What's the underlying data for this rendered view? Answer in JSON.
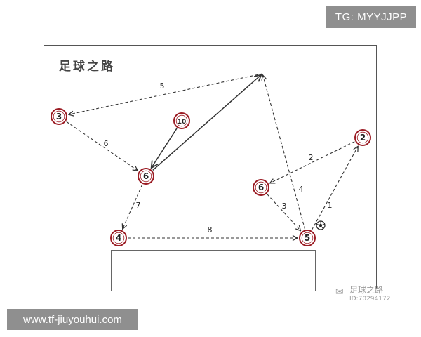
{
  "badge": {
    "text": "TG: MYYJJPP"
  },
  "diagram": {
    "title": "足球之路",
    "players": [
      {
        "id": "p3",
        "number": "3"
      },
      {
        "id": "p10",
        "number": "10"
      },
      {
        "id": "p6a",
        "number": "6"
      },
      {
        "id": "p4",
        "number": "4"
      },
      {
        "id": "p5",
        "number": "5"
      },
      {
        "id": "p6b",
        "number": "6"
      },
      {
        "id": "p2",
        "number": "2"
      }
    ],
    "passes": [
      {
        "from": "p5",
        "to": "p2",
        "step": "1",
        "style": "dashed"
      },
      {
        "from": "p2",
        "to": "p6b",
        "step": "2",
        "style": "dashed"
      },
      {
        "from": "p6b",
        "to": "p5",
        "step": "3",
        "style": "dashed"
      },
      {
        "from": "p5",
        "to": "top",
        "step": "4",
        "style": "dashed"
      },
      {
        "from": "top",
        "to": "p3",
        "step": "5",
        "style": "dashed"
      },
      {
        "from": "p3",
        "to": "p6a",
        "step": "6",
        "style": "dashed"
      },
      {
        "from": "p6a",
        "to": "p4",
        "step": "7",
        "style": "dashed"
      },
      {
        "from": "p4",
        "to": "p5",
        "step": "8",
        "style": "dashed"
      },
      {
        "from": "p10",
        "to": "p6a",
        "step": "",
        "style": "solid"
      },
      {
        "from": "p6a",
        "to": "top",
        "step": "",
        "style": "solid"
      }
    ],
    "colors": {
      "player_ring": "#9b1c24",
      "line": "#333333",
      "text": "#222222"
    },
    "ball_icon": "soccer-ball-icon"
  },
  "watermark": {
    "name": "足球之路",
    "id": "ID:70294172"
  },
  "footer": {
    "url": "www.tf-jiuyouhui.com"
  }
}
